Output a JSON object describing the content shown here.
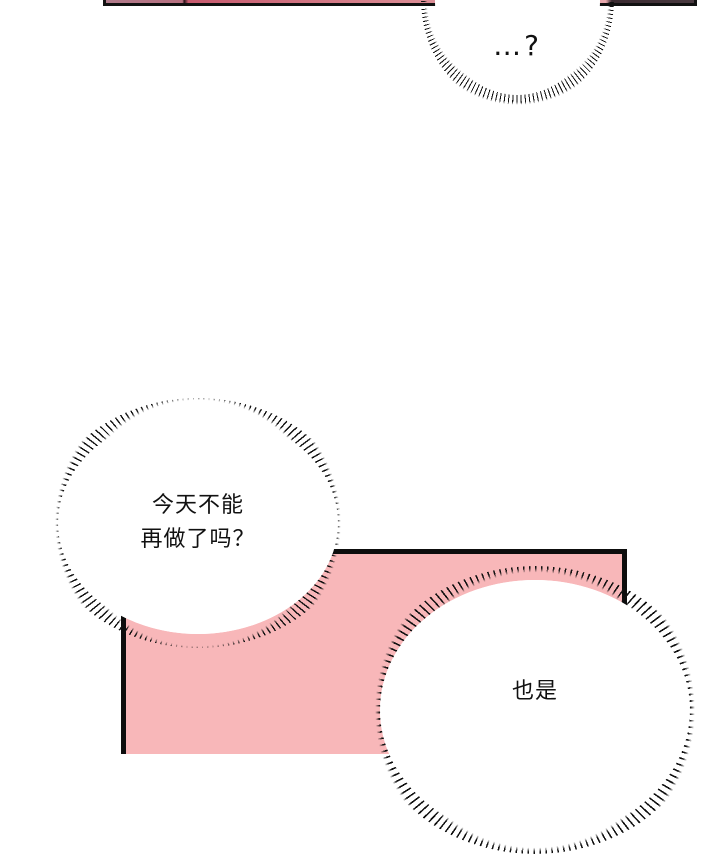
{
  "panels": {
    "top_panel_colors": {
      "left": "#b07a8a",
      "main": "#d98891",
      "right": "#3a2a30",
      "border": "#111111"
    },
    "pink_panel_color": "#f8b7b9",
    "pink_panel_border": "#0d0d0d"
  },
  "bubbles": [
    {
      "id": "bubble-1",
      "text": "…?"
    },
    {
      "id": "bubble-2",
      "text": "今天不能\n再做了吗？"
    },
    {
      "id": "bubble-3",
      "text": "也是"
    }
  ]
}
